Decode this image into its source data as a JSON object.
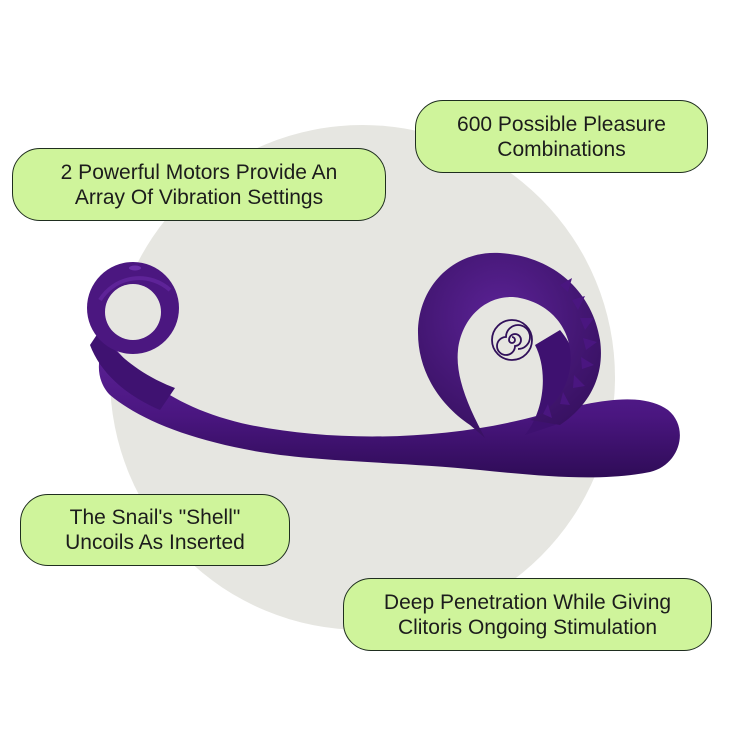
{
  "callouts": {
    "combinations": [
      "600 Possible Pleasure",
      "Combinations"
    ],
    "motors": [
      "2 Powerful Motors Provide An",
      "Array Of Vibration Settings"
    ],
    "shell": [
      "The Snail's \"Shell\"",
      "Uncoils As Inserted"
    ],
    "penetration": [
      "Deep Penetration While Giving",
      "Clitoris Ongoing Stimulation"
    ]
  },
  "colors": {
    "callout_fill": "#cff49b",
    "callout_border": "#1f2e1f",
    "background_circle": "#e6e6e1",
    "product_purple": "#4b1780"
  },
  "icons": [
    "spiral-logo-icon"
  ]
}
